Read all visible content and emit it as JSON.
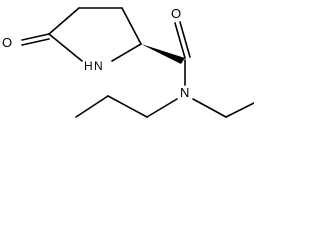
{
  "molecule": {
    "atoms": {
      "ring_oxygen": "O",
      "ring_nitrogen": "N",
      "ring_nitrogen_h": "H",
      "amide_oxygen": "O",
      "amide_nitrogen": "N"
    }
  }
}
